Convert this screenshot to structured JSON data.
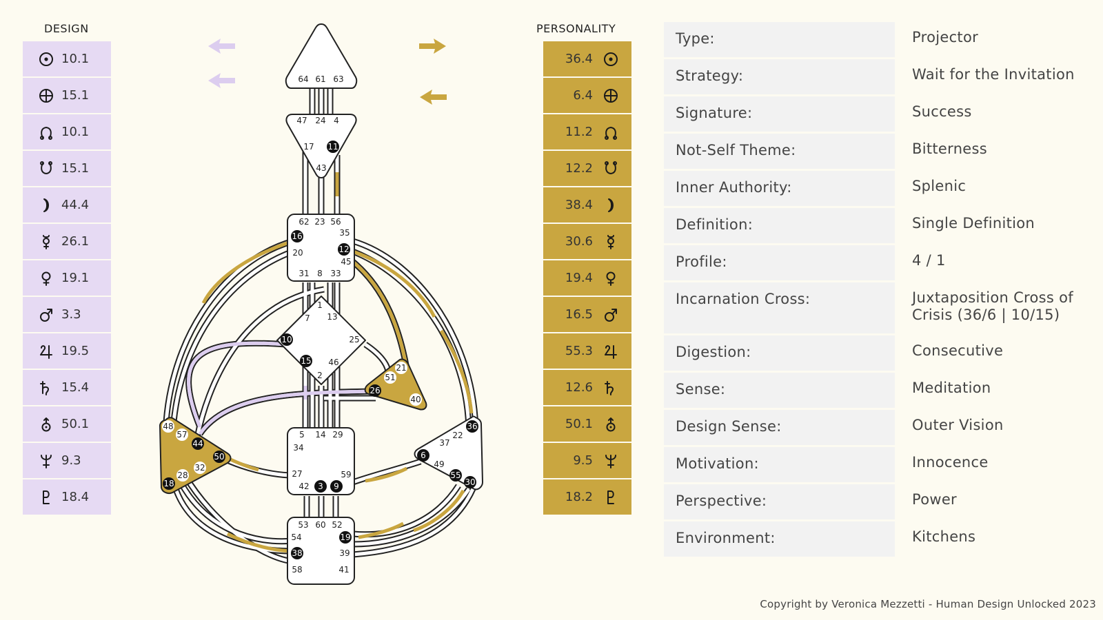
{
  "design": {
    "title": "DESIGN",
    "rows": [
      {
        "planet": "sun-icon",
        "value": "10.1"
      },
      {
        "planet": "earth-icon",
        "value": "15.1"
      },
      {
        "planet": "north-node-icon",
        "value": "10.1"
      },
      {
        "planet": "south-node-icon",
        "value": "15.1"
      },
      {
        "planet": "moon-icon",
        "value": "44.4"
      },
      {
        "planet": "mercury-icon",
        "value": "26.1"
      },
      {
        "planet": "venus-icon",
        "value": "19.1"
      },
      {
        "planet": "mars-icon",
        "value": "3.3"
      },
      {
        "planet": "jupiter-icon",
        "value": "19.5"
      },
      {
        "planet": "saturn-icon",
        "value": "15.4"
      },
      {
        "planet": "uranus-icon",
        "value": "50.1"
      },
      {
        "planet": "neptune-icon",
        "value": "9.3"
      },
      {
        "planet": "pluto-icon",
        "value": "18.4"
      }
    ]
  },
  "personality": {
    "title": "PERSONALITY",
    "rows": [
      {
        "planet": "sun-icon",
        "value": "36.4"
      },
      {
        "planet": "earth-icon",
        "value": "6.4"
      },
      {
        "planet": "north-node-icon",
        "value": "11.2"
      },
      {
        "planet": "south-node-icon",
        "value": "12.2"
      },
      {
        "planet": "moon-icon",
        "value": "38.4"
      },
      {
        "planet": "mercury-icon",
        "value": "30.6"
      },
      {
        "planet": "venus-icon",
        "value": "19.4"
      },
      {
        "planet": "mars-icon",
        "value": "16.5"
      },
      {
        "planet": "jupiter-icon",
        "value": "55.3"
      },
      {
        "planet": "saturn-icon",
        "value": "12.6"
      },
      {
        "planet": "uranus-icon",
        "value": "50.1"
      },
      {
        "planet": "neptune-icon",
        "value": "9.5"
      },
      {
        "planet": "pluto-icon",
        "value": "18.2"
      }
    ]
  },
  "colors": {
    "design": "#e6daf3",
    "personality": "#c9a640",
    "design_channel": "#dccdef",
    "background": "#fdfbf1"
  },
  "arrows": {
    "design": [
      "left",
      "left"
    ],
    "personality": [
      "right",
      "left"
    ]
  },
  "bodygraph": {
    "defined_centers": [
      "spleen",
      "solar-plexus",
      "ego"
    ],
    "centers": {
      "head": [
        "64",
        "61",
        "63"
      ],
      "ajna": [
        "47",
        "24",
        "4",
        "17",
        "11",
        "43"
      ],
      "throat": [
        "62",
        "23",
        "56",
        "16",
        "35",
        "12",
        "20",
        "45",
        "31",
        "8",
        "33"
      ],
      "g": [
        "1",
        "7",
        "13",
        "10",
        "25",
        "15",
        "46",
        "2"
      ],
      "ego": [
        "21",
        "51",
        "26",
        "40"
      ],
      "sacral": [
        "5",
        "14",
        "29",
        "34",
        "27",
        "59",
        "42",
        "3",
        "9"
      ],
      "root": [
        "53",
        "60",
        "52",
        "54",
        "19",
        "38",
        "39",
        "58",
        "41"
      ],
      "spleen": [
        "48",
        "57",
        "44",
        "50",
        "32",
        "28",
        "18"
      ],
      "solar_plexus": [
        "36",
        "22",
        "37",
        "6",
        "49",
        "55",
        "30"
      ]
    },
    "activated_gates": [
      "11",
      "16",
      "12",
      "10",
      "15",
      "26",
      "44",
      "50",
      "18",
      "3",
      "9",
      "19",
      "38",
      "6",
      "55",
      "30",
      "36"
    ],
    "channels": {
      "design_only": [
        "10-57",
        "26-44"
      ],
      "personality_only": [
        "18-58",
        "55-39",
        "30-41",
        "6-59",
        "36-35",
        "12-22",
        "11-56"
      ],
      "mixed": [
        "32-54",
        "26-44"
      ]
    }
  },
  "info": [
    {
      "label": "Type:",
      "value": "Projector"
    },
    {
      "label": "Strategy:",
      "value": "Wait for the Invitation"
    },
    {
      "label": "Signature:",
      "value": "Success"
    },
    {
      "label": "Not-Self Theme:",
      "value": "Bitterness"
    },
    {
      "label": "Inner Authority:",
      "value": "Splenic"
    },
    {
      "label": "Definition:",
      "value": "Single Definition"
    },
    {
      "label": "Profile:",
      "value": "4 / 1"
    },
    {
      "label": "Incarnation Cross:",
      "value": "Juxtaposition Cross of Crisis (36/6 | 10/15)"
    },
    {
      "label": "Digestion:",
      "value": "Consecutive"
    },
    {
      "label": "Sense:",
      "value": "Meditation"
    },
    {
      "label": "Design Sense:",
      "value": "Outer Vision"
    },
    {
      "label": "Motivation:",
      "value": "Innocence"
    },
    {
      "label": "Perspective:",
      "value": "Power"
    },
    {
      "label": "Environment:",
      "value": "Kitchens"
    }
  ],
  "copyright": "Copyright by Veronica Mezzetti - Human Design Unlocked 2023"
}
